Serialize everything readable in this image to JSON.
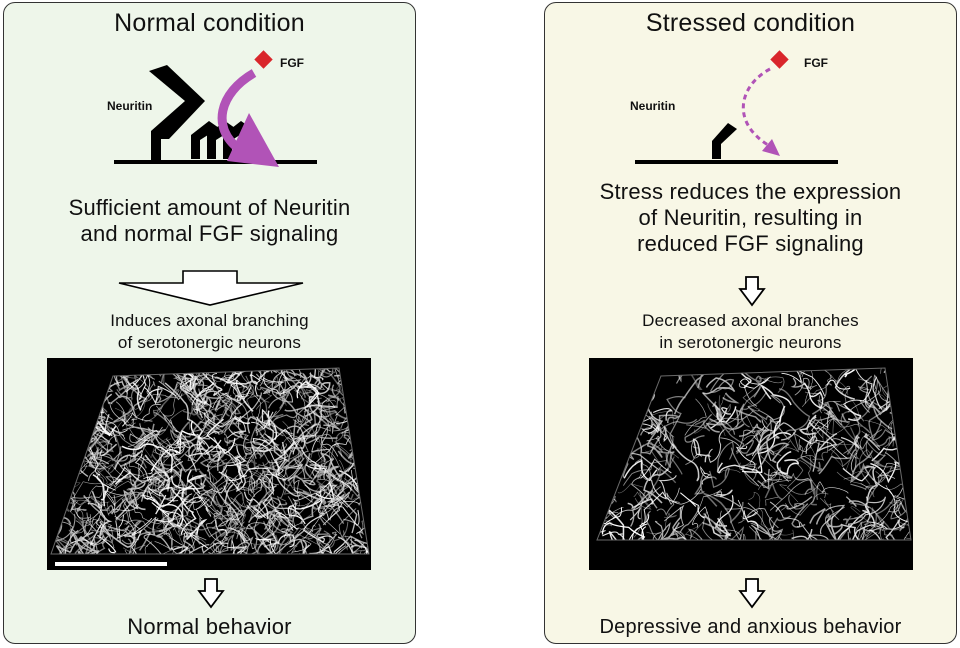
{
  "left": {
    "title": "Normal condition",
    "ligand_label": "FGF",
    "receptor_label": "Neuritin",
    "description_line1": "Sufficient amount of Neuritin",
    "description_line2": "and normal FGF signaling",
    "effect_line1": "Induces axonal branching",
    "effect_line2": "of serotonergic neurons",
    "outcome": "Normal behavior"
  },
  "right": {
    "title": "Stressed condition",
    "ligand_label": "FGF",
    "receptor_label": "Neuritin",
    "description_line1": "Stress  reduces the expression",
    "description_line2": "of Neuritin, resulting in",
    "description_line3": "reduced FGF signaling",
    "effect_line1": "Decreased axonal branches",
    "effect_line2": "in serotonergic neurons",
    "outcome": "Depressive and anxious behavior"
  },
  "colors": {
    "left_panel_bg": "#eef6ea",
    "right_panel_bg": "#f8f7e6",
    "fgf_marker": "#d9262b",
    "fgf_arrow": "#b153b7"
  }
}
